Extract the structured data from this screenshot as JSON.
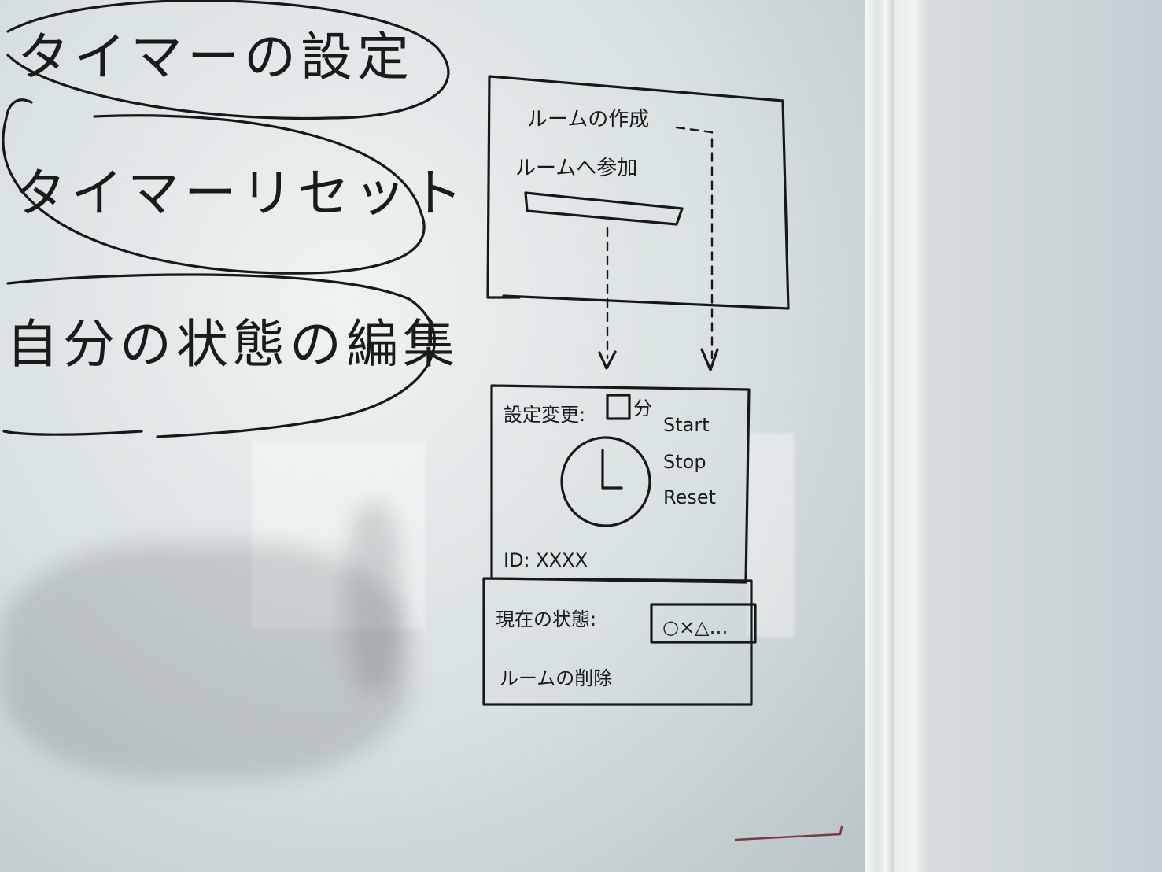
{
  "left_notes": [
    {
      "text": "タイマーの設定"
    },
    {
      "text": "タイマーリセット"
    },
    {
      "text": "自分の状態の編集"
    }
  ],
  "sketch_top": {
    "create_room": "ルームの作成",
    "join_room": "ルームへ参加"
  },
  "sketch_bottom": {
    "setting_change": "設定変更:",
    "minutes": "分",
    "start": "Start",
    "stop": "Stop",
    "reset": "Reset",
    "id": "ID: XXXX",
    "current_status": "現在の状態:",
    "status_value": "○×△…",
    "delete_room": "ルームの削除"
  }
}
